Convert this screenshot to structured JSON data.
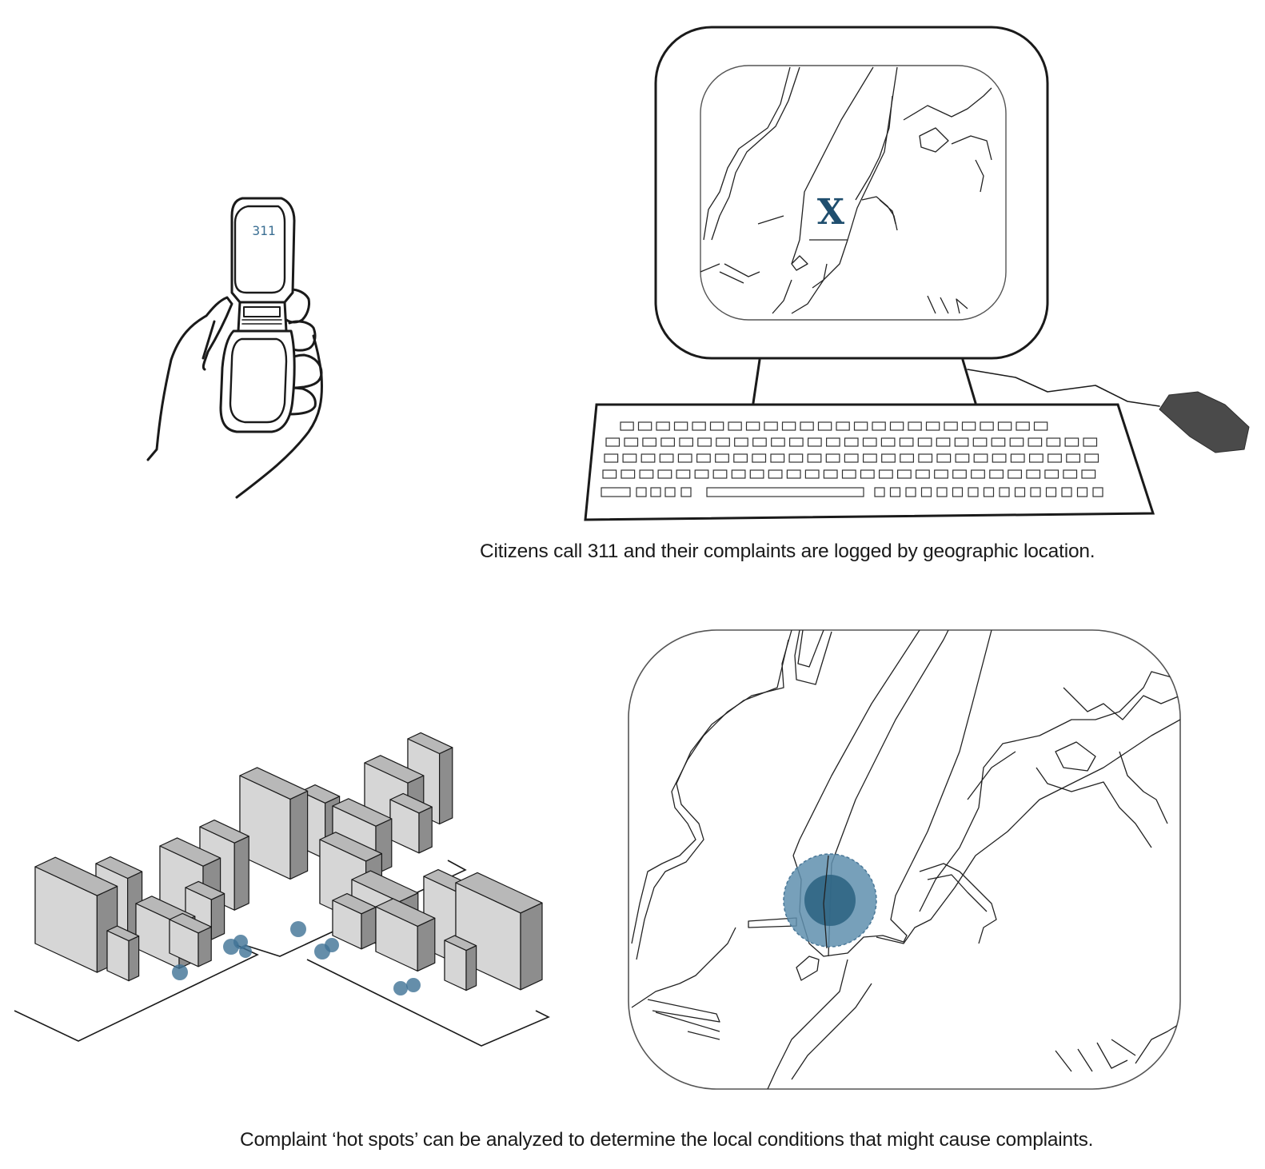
{
  "captions": {
    "top": "Citizens call 311 and their complaints are logged by geographic location.",
    "bottom": "Complaint ‘hot spots’ can be analyzed to determine the local conditions that might cause complaints."
  },
  "phone": {
    "screen_text": "311"
  },
  "monitor": {
    "marker_text": "X"
  },
  "colors": {
    "ink": "#1a1a1a",
    "marker": "#1f4e6e",
    "hotspot_outer": "#5f8fae",
    "hotspot_inner": "#2f6584",
    "building_light": "#d6d6d6",
    "building_mid": "#b8b8b8",
    "building_dark": "#8d8d8d",
    "mouse": "#4a4a4a"
  },
  "icons": [
    "phone-icon",
    "hand-icon",
    "computer-monitor-icon",
    "keyboard-icon",
    "mouse-icon",
    "city-blocks-icon",
    "hotspot-map-icon"
  ]
}
